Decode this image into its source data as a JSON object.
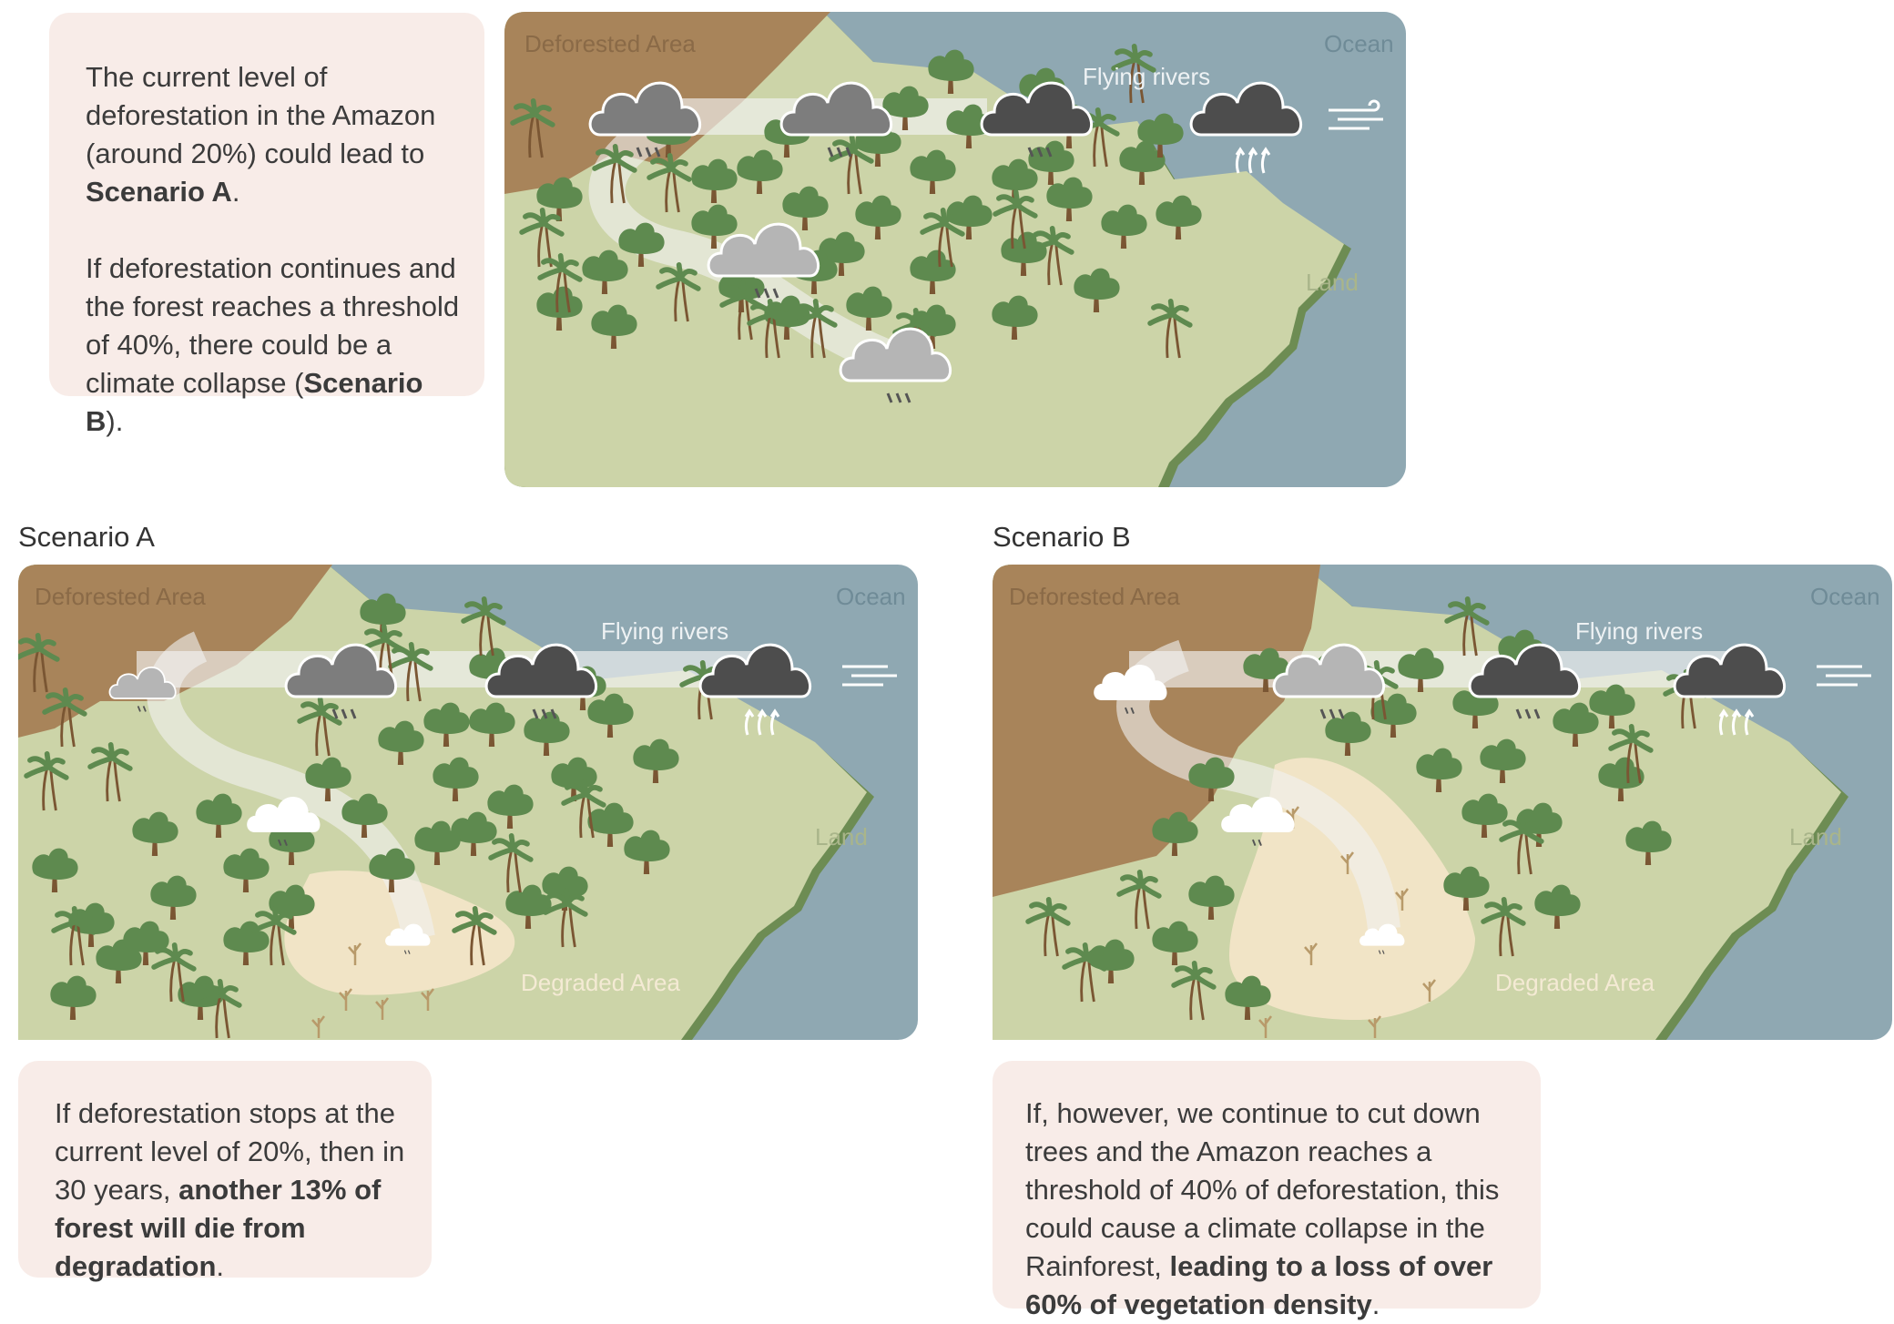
{
  "intro": {
    "p1_a": "The current level of deforestation in the Amazon (around 20%) could lead to ",
    "p1_b": "Scenario A",
    "p1_c": ".",
    "p2_a": "If deforestation continues and the forest reaches a threshold of 40%, there could be a climate collapse (",
    "p2_b": "Scenario B",
    "p2_c": ")."
  },
  "labels": {
    "deforested": "Deforested Area",
    "ocean": "Ocean",
    "flying_rivers": "Flying rivers",
    "land": "Land",
    "degraded": "Degraded Area"
  },
  "scenario_a": {
    "title": "Scenario A",
    "note_a": "If deforestation stops at the current level of 20%, then in 30 years, ",
    "note_b": "another 13% of forest will die from degradation",
    "note_c": "."
  },
  "scenario_b": {
    "title": "Scenario B",
    "note_a": "If, however, we continue to cut down trees and the Amazon reaches a threshold of 40% of deforestation, this could cause a climate collapse in the Rainforest, ",
    "note_b": "leading to a loss of over 60% of vegetation density",
    "note_c": "."
  },
  "colors": {
    "ocean": "#8fa8b2",
    "land": "#ccd4a8",
    "coast": "#6d8c53",
    "deforested": "#a8845a",
    "degraded": "#f1e4c6",
    "tree": "#5e8a4f",
    "trunk": "#7a5633",
    "cloud_dark": "#4d4d4d",
    "cloud_mid": "#7d7d7d",
    "cloud_light": "#b5b5b5"
  },
  "icons": [
    "cloud-icon",
    "rain-icon",
    "wind-icon",
    "evaporation-icon",
    "tree-icon",
    "palm-icon",
    "dead-tree-icon"
  ]
}
